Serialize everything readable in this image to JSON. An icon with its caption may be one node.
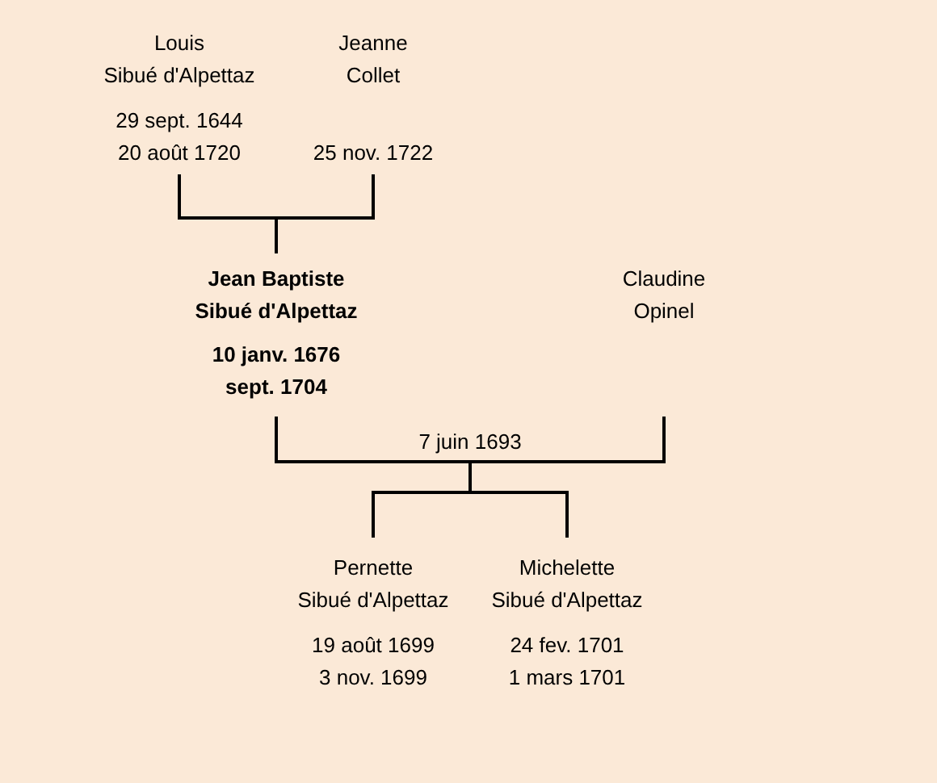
{
  "diagram": {
    "nodes": [
      {
        "text": [
          "Louis",
          "Sibué d'Alpettaz",
          "29 sept. 1644",
          "20 août 1720"
        ]
      },
      {
        "text": [
          "Jeanne",
          "Collet",
          "25 nov. 1722"
        ]
      },
      {
        "text": [
          "Jean Baptiste",
          "Sibué d'Alpettaz",
          "10 janv. 1676",
          "sept. 1704"
        ]
      },
      {
        "text": [
          "Claudine",
          "Opinel"
        ]
      },
      {
        "text": [
          "Pernette",
          "Sibué d'Alpettaz",
          "19 août 1699",
          "3 nov. 1699"
        ]
      },
      {
        "text": [
          "Michelette",
          "Sibué d'Alpettaz",
          "24 fev. 1701",
          "1 mars 1701"
        ]
      }
    ],
    "edges": [
      {
        "from": 0,
        "to": 2,
        "arrow": "none"
      },
      {
        "from": 1,
        "to": 2,
        "arrow": "none"
      },
      {
        "from": 2,
        "to": 4,
        "arrow": "none"
      },
      {
        "from": 2,
        "to": 5,
        "arrow": "none"
      },
      {
        "from": 3,
        "to": 4,
        "arrow": "none"
      },
      {
        "from": 3,
        "to": 5,
        "arrow": "none"
      }
    ],
    "labels": [
      "7 juin 1693"
    ]
  }
}
